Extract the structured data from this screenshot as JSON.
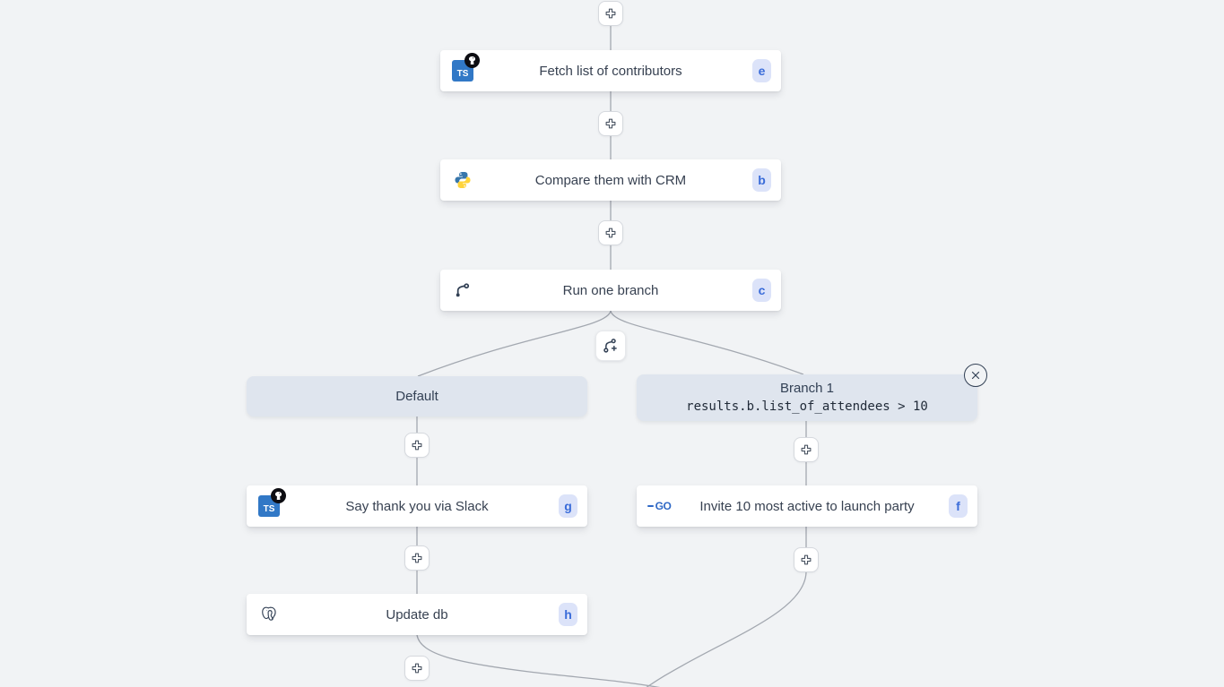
{
  "colors": {
    "background": "#f1f3f5",
    "card-bg": "#ffffff",
    "header-bg": "#dfe5ee",
    "wire": "#a3a8b0",
    "badge-bg": "#dce3f9",
    "badge-text": "#3a6cd9",
    "title": "#374151",
    "ts-blue": "#3178c6",
    "go-blue": "#3069c6",
    "icon-dark": "#334155"
  },
  "icons": {
    "typescript_label": "TS",
    "go_label": "GO",
    "node_icon_names": [
      "typescript-deno-icon",
      "python-icon",
      "git-branch-icon",
      "typescript-deno-icon",
      "go-icon",
      "postgresql-icon"
    ],
    "connector_icon": "plus-icon",
    "split_icon": "git-branch-plus-icon",
    "remove_branch_icon": "close-icon"
  },
  "nodes": [
    {
      "title": "Fetch list of contributors",
      "badge": "e"
    },
    {
      "title": "Compare them with CRM",
      "badge": "b"
    },
    {
      "title": "Run one branch",
      "badge": "c"
    },
    {
      "title": "Say thank you via Slack",
      "badge": "g"
    },
    {
      "title": "Invite 10 most active to launch party",
      "badge": "f"
    },
    {
      "title": "Update db",
      "badge": "h"
    }
  ],
  "branches": {
    "default_label": "Default",
    "branch1_label": "Branch 1",
    "branch1_condition": "results.b.list_of_attendees > 10"
  }
}
